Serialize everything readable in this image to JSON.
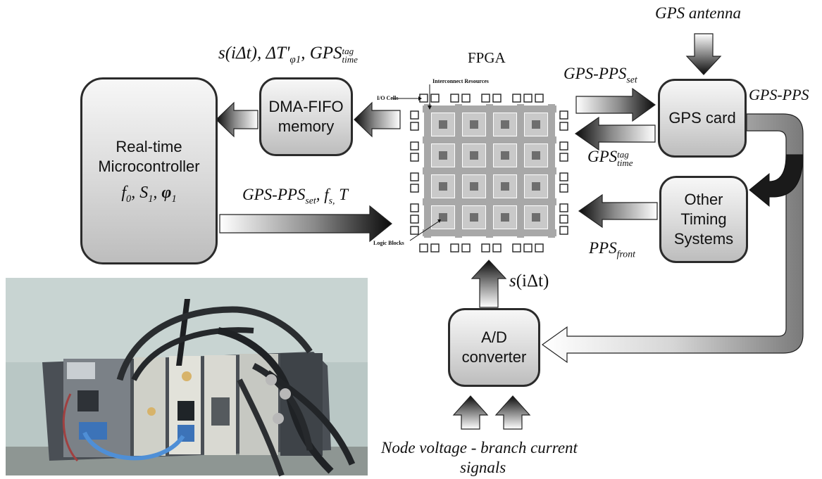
{
  "diagram": {
    "fpga_label": "FPGA",
    "interconnect_label": "Interconnect Resources",
    "io_cells_label": "I/O Cells",
    "logic_blocks_label": "Logic Blocks",
    "gps_antenna_label": "GPS antenna",
    "gps_card_label": "GPS card",
    "gps_pps_label": "GPS-PPS",
    "dma_label_1": "DMA-FIFO",
    "dma_label_2": "memory",
    "mc_label_1": "Real-time",
    "mc_label_2": "Microcontroller",
    "mc_params": {
      "f": "f",
      "f_sub": "0",
      "s": "S",
      "s_sub": "1",
      "phi": "φ",
      "phi_sub": "1"
    },
    "other_label_1": "Other",
    "other_label_2": "Timing",
    "other_label_3": "Systems",
    "adc_label_1": "A/D",
    "adc_label_2": "converter",
    "input_signals_1": "Node voltage - branch current",
    "input_signals_2": "signals",
    "signal_top_left": {
      "s": "s",
      "idt": "(iΔt)",
      "dT": ", ΔT'",
      "dT_sub": "φ1",
      "gps": ", GPS",
      "gps_sup": "tag",
      "gps_sub": "time"
    },
    "signal_to_fpga": {
      "main": "GPS-PPS",
      "sub": "set",
      "rest": ", f",
      "fs_sub": "s,",
      "t": " T"
    },
    "signal_gps_pps_set": {
      "main": "GPS-PPS",
      "sub": "set"
    },
    "signal_gps_time": {
      "main": "GPS",
      "sup": "tag",
      "sub": "time"
    },
    "signal_pps_front": {
      "main": "PPS",
      "sub": "front"
    },
    "signal_adc": {
      "s": "s",
      "rest": "(iΔt)"
    }
  },
  "colors": {
    "box_border": "#2b2b2b",
    "arrow_dark": "#111111",
    "grid": "#9a9a9a",
    "logic_block": "#6e6e6e"
  }
}
